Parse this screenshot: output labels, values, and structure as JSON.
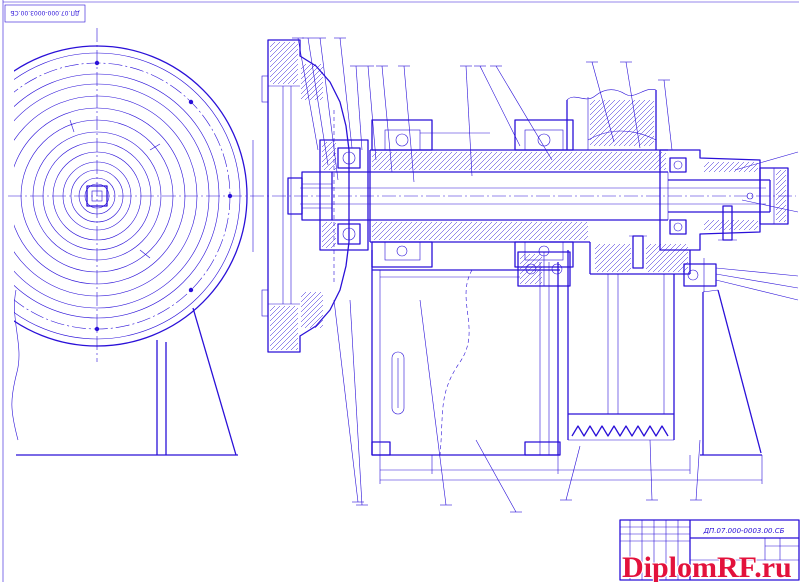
{
  "stamp": {
    "designation": "ДП.07.000-0003.00.СБ"
  },
  "title_block": {
    "designation": "ДП.07.000-0003.00.СБ"
  },
  "watermark": {
    "text": "DiplomRF.ru"
  },
  "colors": {
    "line": "#2a10d8",
    "watermark": "#e3123c",
    "background": "#ffffff"
  }
}
